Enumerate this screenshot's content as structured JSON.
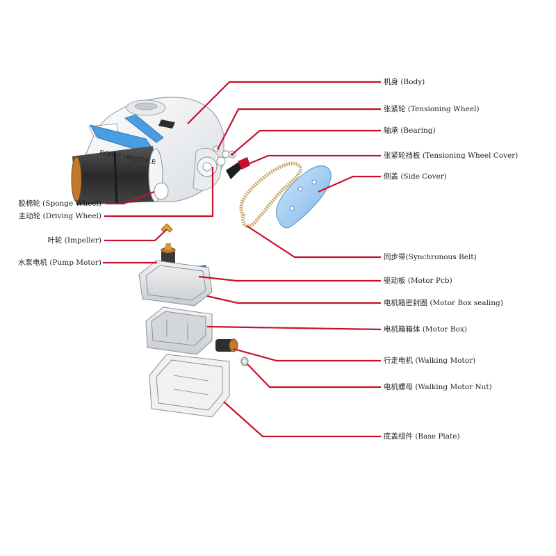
{
  "diagram": {
    "brand_text": "ROBOT LIFESTYLE",
    "colors": {
      "leader": "#c8102e",
      "accent_blue": "#5aa9e6",
      "belt": "#c9a46a",
      "gray": "#8a8f94"
    },
    "labels": [
      {
        "id": "body",
        "text": "机身 (Body)"
      },
      {
        "id": "tensioning-wheel",
        "text": "张紧轮 (Tensioning Wheel)"
      },
      {
        "id": "bearing",
        "text": "轴承 (Bearing)"
      },
      {
        "id": "tensioning-wheel-cover",
        "text": "张紧轮挡板 (Tensioning Wheel Cover)"
      },
      {
        "id": "side-cover",
        "text": "侧盖 (Side Cover)"
      },
      {
        "id": "sponge-wheel",
        "text": "胶棉轮 (Sponge Wheel)"
      },
      {
        "id": "driving-wheel",
        "text": "主动轮 (Driving Wheel)"
      },
      {
        "id": "impeller",
        "text": "叶轮 (Impeller)"
      },
      {
        "id": "pump-motor",
        "text": "水泵电机 (Pump Motor)"
      },
      {
        "id": "synchronous-belt",
        "text": "同步带(Synchronous Belt)"
      },
      {
        "id": "motor-pcb",
        "text": "驱动板 (Motor Pcb)"
      },
      {
        "id": "motor-box-sealing",
        "text": "电机箱密封圈 (Motor Box sealing)"
      },
      {
        "id": "motor-box",
        "text": "电机箱箱体 (Motor Box)"
      },
      {
        "id": "walking-motor",
        "text": "行走电机 (Walking Motor)"
      },
      {
        "id": "walking-motor-nut",
        "text": "电机螺母 (Walking Motor Nut)"
      },
      {
        "id": "base-plate",
        "text": "底盖组件 (Base Plate)"
      }
    ]
  }
}
